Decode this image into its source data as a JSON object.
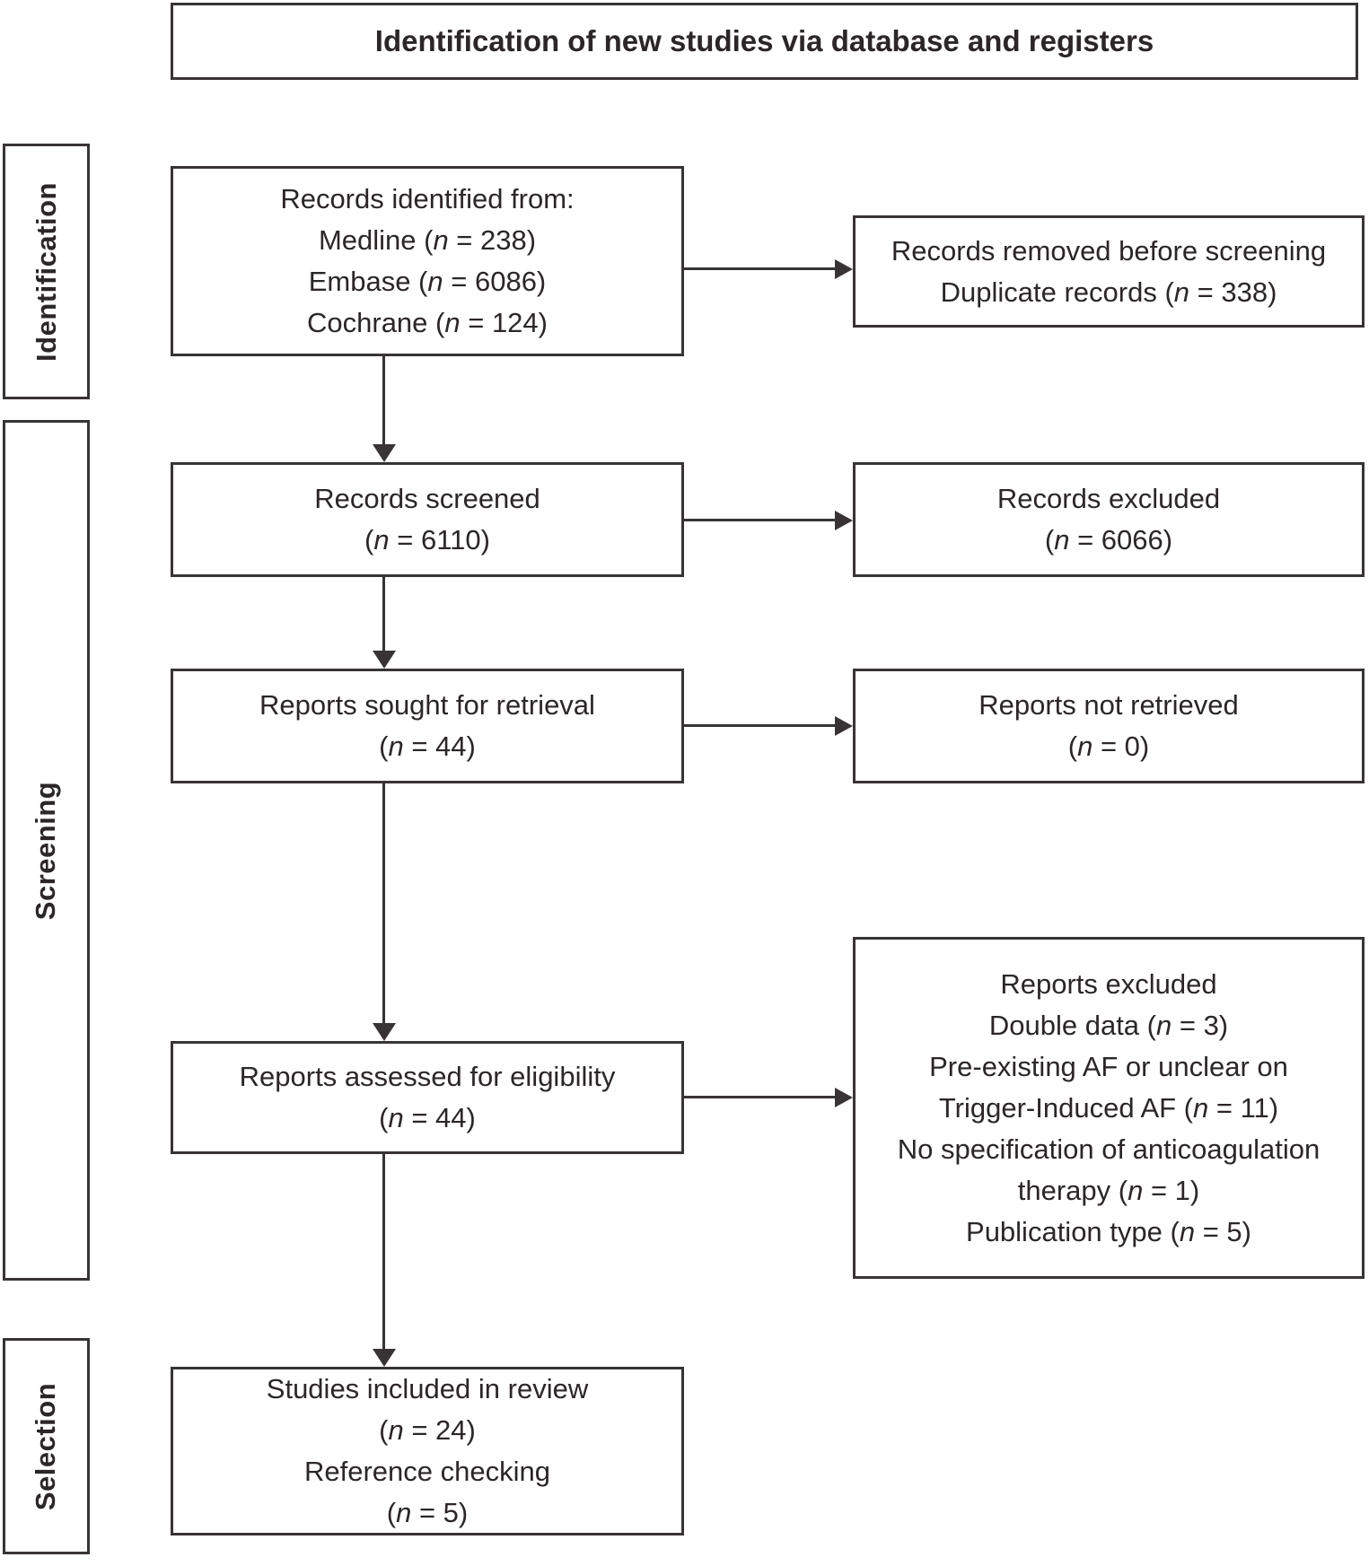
{
  "title": "Identification of new studies via database and registers",
  "stages": {
    "identification": "Identification",
    "screening": "Screening",
    "selection": "Selection"
  },
  "boxes": {
    "identified": {
      "lines": [
        "Records identified from:",
        "Medline (*n* = 238)",
        "Embase (*n* = 6086)",
        "Cochrane (*n* = 124)"
      ]
    },
    "removed": {
      "lines": [
        "Records removed before screening",
        "Duplicate records (*n* = 338)"
      ]
    },
    "screened": {
      "lines": [
        "Records screened",
        "(*n* = 6110)"
      ]
    },
    "excluded": {
      "lines": [
        "Records excluded",
        "(*n* = 6066)"
      ]
    },
    "sought": {
      "lines": [
        "Reports sought for retrieval",
        "(*n* = 44)"
      ]
    },
    "not_retrieved": {
      "lines": [
        "Reports not retrieved",
        "(*n* = 0)"
      ]
    },
    "assessed": {
      "lines": [
        "Reports assessed for eligibility",
        "(*n* = 44)"
      ]
    },
    "reports_excluded": {
      "lines": [
        "Reports excluded",
        "Double data (*n* = 3)",
        "Pre-existing AF or unclear on",
        "Trigger-Induced AF (*n* = 11)",
        "No specification of anticoagulation",
        "therapy (*n* = 1)",
        "Publication type (*n* = 5)"
      ]
    },
    "included": {
      "lines": [
        "Studies included in review",
        "(*n* = 24)",
        "Reference checking",
        "(*n* = 5)"
      ]
    }
  },
  "colors": {
    "ink": "#2b2627",
    "line": "#383435",
    "background": "#ffffff"
  }
}
